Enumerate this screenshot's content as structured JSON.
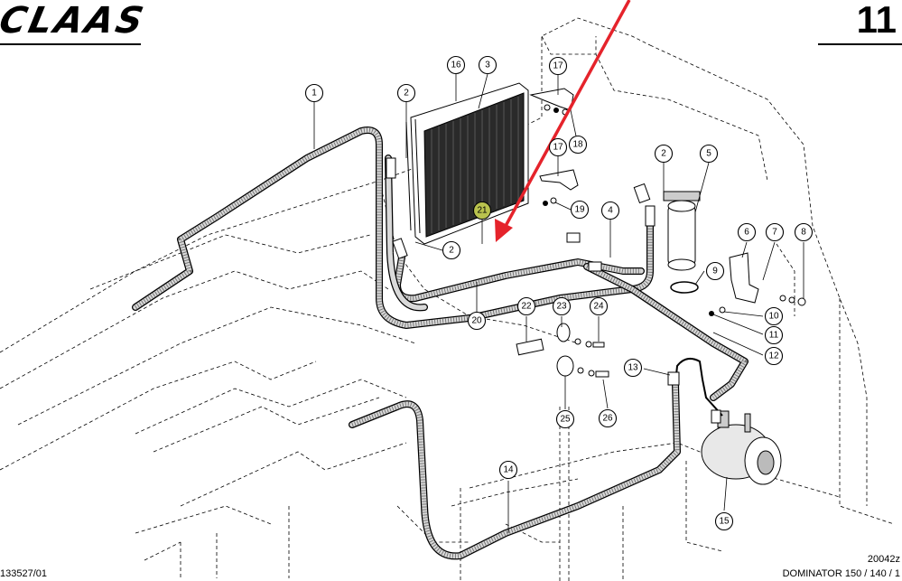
{
  "header": {
    "brand_logo": "CLAAS",
    "page_number": "11"
  },
  "footer": {
    "left_code": "133527/01",
    "right_code": "20042z",
    "model_text": "DOMINATOR 150 / 140 / 1"
  },
  "highlight_color": "#b9c24e",
  "arrow_color": "#e5232b",
  "callouts": [
    "1",
    "2",
    "3",
    "16",
    "17",
    "18",
    "19",
    "2",
    "5",
    "4",
    "21",
    "2",
    "20",
    "9",
    "6",
    "7",
    "8",
    "10",
    "11",
    "12",
    "22",
    "23",
    "24",
    "13",
    "25",
    "26",
    "14",
    "15"
  ]
}
